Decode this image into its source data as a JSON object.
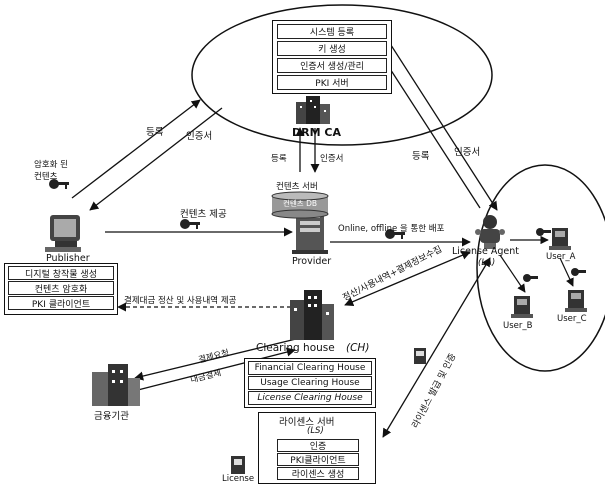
{
  "drm_ca": {
    "label": "DRM CA",
    "items": [
      "시스템 등록",
      "키 생성",
      "인증서 생성/관리",
      "PKI 서버"
    ]
  },
  "publisher": {
    "label": "Publisher",
    "items": [
      "디지털 창작물 생성",
      "컨텐츠 암호화",
      "PKI 클라이언트"
    ]
  },
  "provider": {
    "label": "Provider",
    "server_label": "컨텐츠 서버",
    "db_label": "컨텐츠 DB"
  },
  "license_agent": {
    "label": "License Agent",
    "abbr": "(LA)"
  },
  "users": {
    "a": "User_A",
    "b": "User_B",
    "c": "User_C"
  },
  "clearing_house": {
    "label": "Clearing house",
    "abbr": "(CH)",
    "items": [
      "Financial Clearing House",
      "Usage Clearing House",
      "License Clearing House"
    ]
  },
  "license_server": {
    "label": "라이센스 서버",
    "abbr": "(LS)",
    "items": [
      "인증",
      "PKI클라이언트",
      "라이센스 생성"
    ]
  },
  "finance": {
    "label": "금융기관"
  },
  "license_icon": {
    "label": "License"
  },
  "edges": {
    "pub_register": "등록",
    "pub_cert": "인증서",
    "encrypted_content": "암호화 된",
    "encrypted_content_2": "컨텐츠",
    "prov_register": "등록",
    "prov_cert": "인증서",
    "la_register": "등록",
    "la_cert": "인증서",
    "content_provide": "컨텐츠 제공",
    "distribution": "Online, offline 을 통한 배포",
    "settlement_report": "결제대금 정산 및 사용내역 제공",
    "usage_collect": "정산/사용내역+결제정보수집",
    "pay_request": "결제요청",
    "pay_settle": "대금결제",
    "license_issue": "라이센스 발급 및 인증"
  }
}
